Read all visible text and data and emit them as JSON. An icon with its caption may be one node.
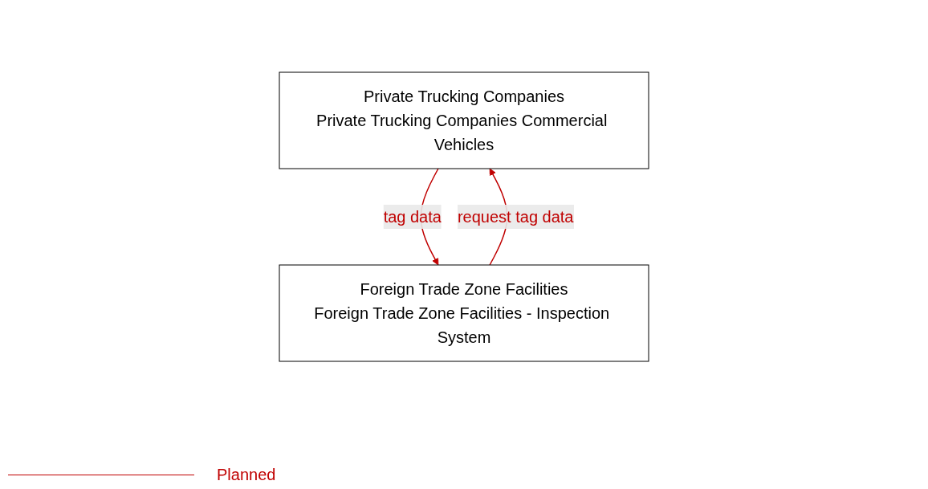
{
  "diagram": {
    "nodes": [
      {
        "text": [
          "Private Trucking Companies",
          "Private Trucking Companies Commercial Vehicles"
        ]
      },
      {
        "text": [
          "Foreign Trade Zone Facilities",
          "Foreign Trade Zone Facilities - Inspection System"
        ]
      }
    ],
    "edges": [
      {
        "from": 1,
        "to": 0,
        "arrow": "to",
        "label": "request tag data"
      },
      {
        "from": 0,
        "to": 1,
        "arrow": "to",
        "label": "tag data"
      }
    ],
    "legend": [
      {
        "text": "Planned"
      }
    ]
  }
}
